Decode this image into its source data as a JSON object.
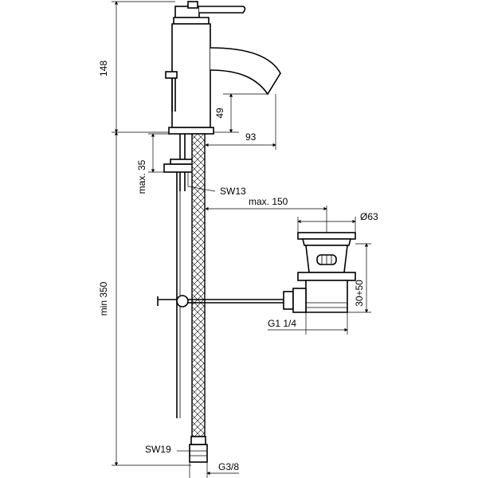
{
  "dimensions": {
    "height_148": "148",
    "drop_49": "49",
    "reach_93": "93",
    "max_35": "max. 35",
    "sw13": "SW13",
    "max_150": "max. 150",
    "diam_63": "Ø63",
    "range_30_50": "30+50",
    "g1_14": "G1 1/4",
    "min_350": "min 350",
    "sw19": "SW19",
    "g3_8": "G3/8"
  }
}
